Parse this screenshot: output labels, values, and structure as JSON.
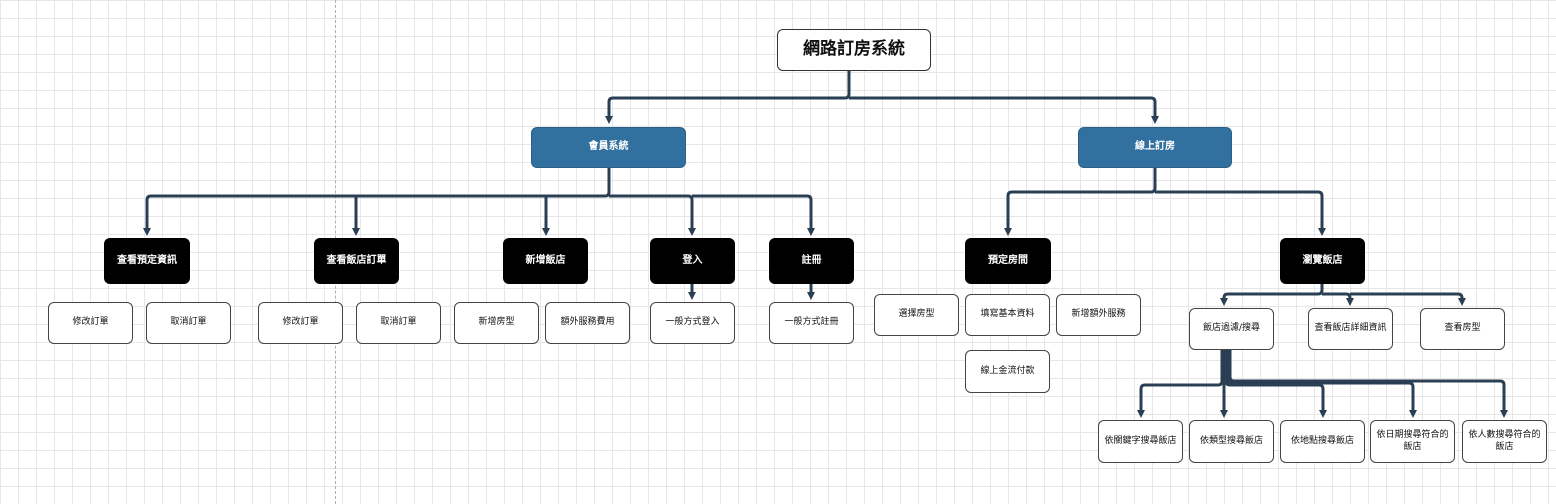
{
  "root": "網路訂房系統",
  "member_system": {
    "label": "會員系統",
    "children": [
      {
        "label": "查看預定資訊",
        "leaves": [
          "修改訂單",
          "取消訂單"
        ]
      },
      {
        "label": "查看飯店訂單",
        "leaves": [
          "修改訂單",
          "取消訂單"
        ]
      },
      {
        "label": "新增飯店",
        "leaves": [
          "新增房型",
          "額外服務費用"
        ]
      },
      {
        "label": "登入",
        "leaves": [
          "一般方式登入"
        ]
      },
      {
        "label": "註冊",
        "leaves": [
          "一般方式註冊"
        ]
      }
    ]
  },
  "booking_system": {
    "label": "線上訂房",
    "reserve": {
      "label": "預定房間",
      "leaves": [
        "選擇房型",
        "填寫基本資料",
        "新增額外服務",
        "線上金流付款"
      ]
    },
    "browse": {
      "label": "瀏覽飯店",
      "filter": {
        "label": "飯店過濾/搜尋",
        "leaves": [
          "依關鍵字搜尋飯店",
          "依類型搜尋飯店",
          "依地點搜尋飯店",
          "依日期搜尋符合的飯店",
          "依人數搜尋符合的飯店"
        ]
      },
      "details": "查看飯店詳細資訊",
      "rooms": "查看房型"
    }
  },
  "colors": {
    "system_fill": "#31709f",
    "function_fill": "#000000",
    "connector": "#2a3f54"
  }
}
